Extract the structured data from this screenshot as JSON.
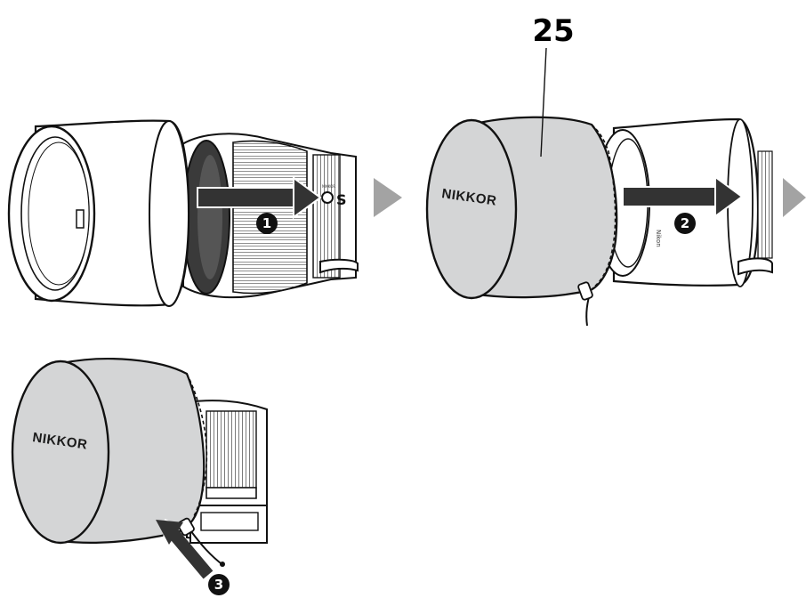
{
  "callout_label": "25",
  "cover_brand": "NIKKOR",
  "lens_badge": "S",
  "lens_small_mark": "NIKKOR",
  "hood_brand": "Nikon",
  "steps": [
    "1",
    "2",
    "3"
  ],
  "colors": {
    "line": "#111111",
    "cover_fill": "#d4d5d6",
    "lens_dark": "#3a3a3a",
    "arrow_dark": "#333333",
    "next_arrow": "#a3a3a3"
  }
}
